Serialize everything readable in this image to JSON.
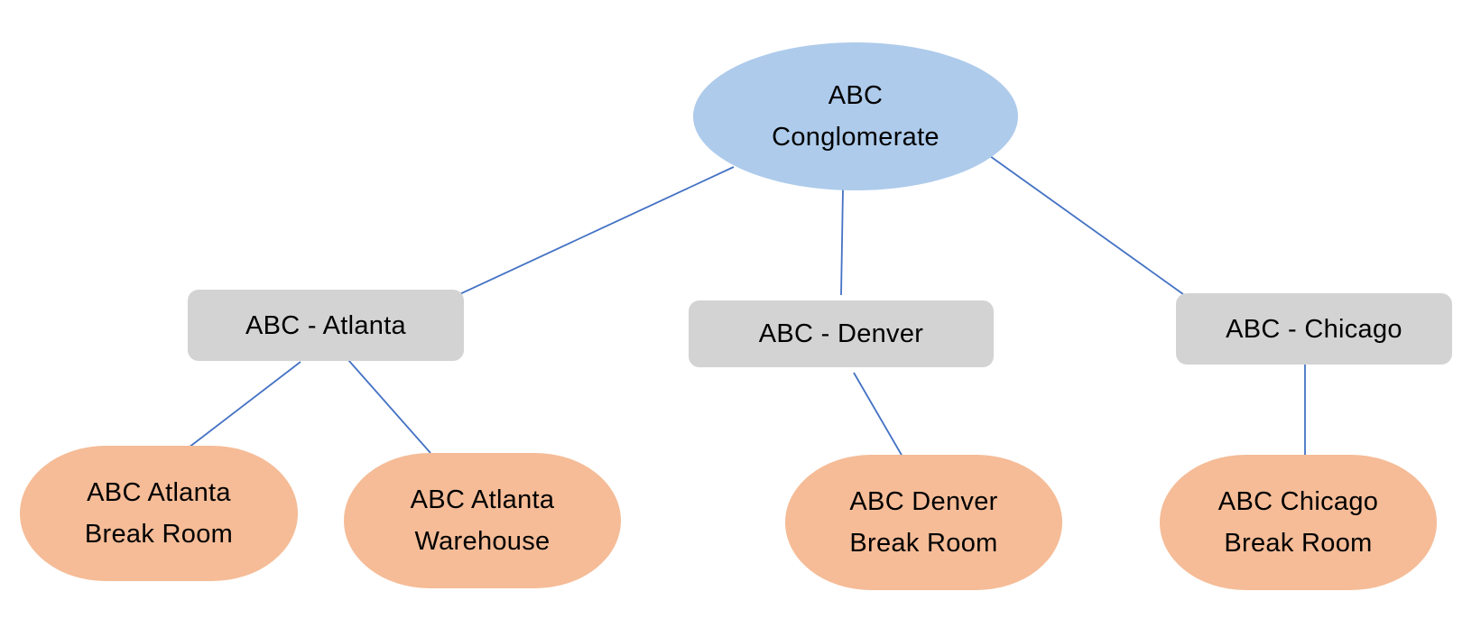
{
  "colors": {
    "root_fill": "#aecbeb",
    "branch_fill": "#d3d3d3",
    "leaf_fill": "#f5bc97",
    "connector": "#4472c4"
  },
  "root": {
    "lines": [
      "ABC",
      "Conglomerate"
    ]
  },
  "branches": [
    {
      "id": "atlanta",
      "label": "ABC - Atlanta"
    },
    {
      "id": "denver",
      "label": "ABC - Denver"
    },
    {
      "id": "chicago",
      "label": "ABC - Chicago"
    }
  ],
  "leaves": [
    {
      "parent": "atlanta",
      "lines": [
        "ABC Atlanta",
        "Break Room"
      ]
    },
    {
      "parent": "atlanta",
      "lines": [
        "ABC Atlanta",
        "Warehouse"
      ]
    },
    {
      "parent": "denver",
      "lines": [
        "ABC Denver",
        "Break Room"
      ]
    },
    {
      "parent": "chicago",
      "lines": [
        "ABC Chicago",
        "Break Room"
      ]
    }
  ]
}
